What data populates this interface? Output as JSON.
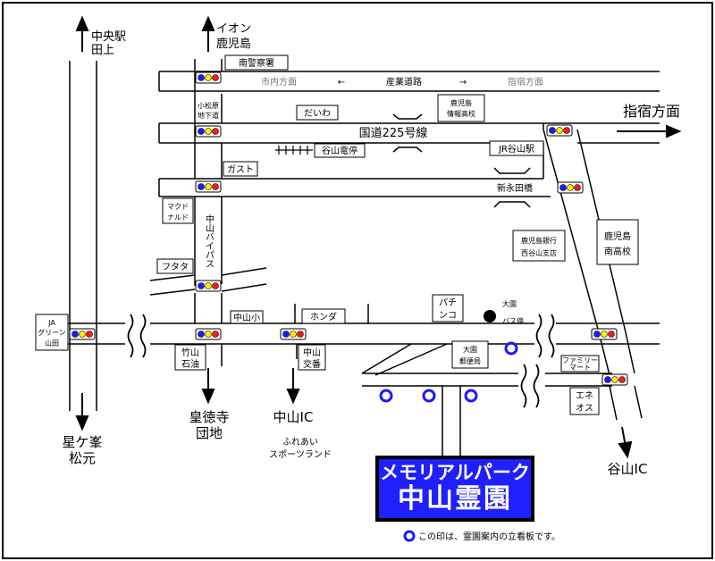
{
  "labels": {
    "dest_chuo": [
      "中央駅",
      "田上"
    ],
    "dest_aeon": [
      "イオン",
      "鹿児島"
    ],
    "minami_police": "南警察署",
    "shinai_direction": "市内方面",
    "arrow_left": "←",
    "sangyo_road": "産業道路",
    "arrow_right": "→",
    "ibusuki_direction_gray": "指宿方面",
    "ibusuki_direction": "指宿方面",
    "komatsubara_underpass": [
      "小松原",
      "地下道"
    ],
    "daiwa": "だいわ",
    "johokoko": [
      "鹿児島",
      "情報高校"
    ],
    "route225": "国道225号線",
    "taniyama_tram": "谷山電停",
    "jr_taniyama": "JR谷山駅",
    "gusto": "ガスト",
    "shin_nagata_bridge": "新永田橋",
    "mcdonalds": [
      "マクド",
      "ナルド"
    ],
    "nakayama_bypass": "中山バイパス",
    "kagoshima_bank": [
      "鹿児島銀行",
      "西谷山支店"
    ],
    "minami_koko": [
      "鹿児島",
      "南高校"
    ],
    "futata": "フタタ",
    "pachinko": [
      "パチ",
      "ンコ"
    ],
    "oozono_busstop": [
      "大園",
      "バス停"
    ],
    "ja_green": [
      "JA",
      "グリーン",
      "山田"
    ],
    "nakayama_sho": "中山小",
    "honda": "ホンダ",
    "takeyama_oil": [
      "竹山",
      "石油"
    ],
    "nakayama_koban": [
      "中山",
      "交番"
    ],
    "oozono_post": [
      "大園",
      "郵便局"
    ],
    "familymart": [
      "ファミリー",
      "マート"
    ],
    "eneos": [
      "エネ",
      "オス"
    ],
    "kotokuji": [
      "皇徳寺",
      "団地"
    ],
    "nakayama_ic": "中山IC",
    "fureai": [
      "ふれあい",
      "スポーツランド"
    ],
    "hoshigamine": [
      "星ケ峯",
      "松元"
    ],
    "taniyama_ic": "谷山IC",
    "banner_line1": "メモリアルパーク",
    "banner_line2": "中山霊園",
    "legend_text": "この印は、霊園案内の立看板です。"
  },
  "colors": {
    "signal_blue": "#1a1aff",
    "signal_yellow": "#ffee00",
    "signal_red": "#ff1a1a",
    "banner_bg": "#1f1fff",
    "sign_marker": "#1a1aff"
  },
  "icons": {
    "traffic_signal": "traffic-light-icon",
    "signboard": "signboard-marker-icon",
    "bus_stop": "bus-stop-icon",
    "road_break": "road-break-icon",
    "railway": "railway-track-icon",
    "bridge": "bridge-icon",
    "direction_arrow": "arrow-icon"
  }
}
